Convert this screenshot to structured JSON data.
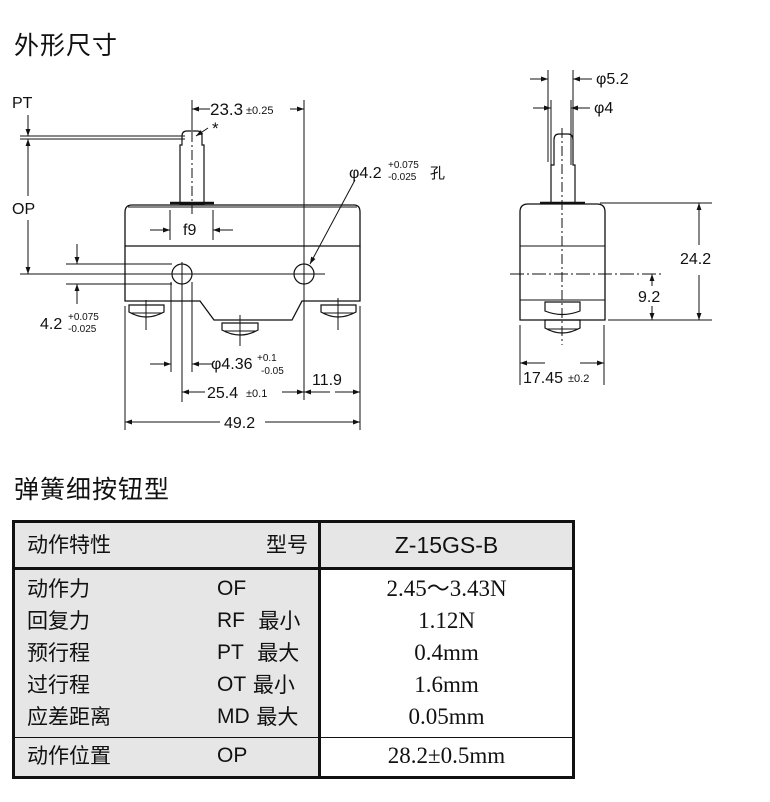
{
  "sections": {
    "dimensions_title": "外形尺寸",
    "type_title": "弹簧细按钮型"
  },
  "drawing": {
    "front_view": {
      "pt_label": "PT",
      "op_label": "OP",
      "dim_23_3": "23.3",
      "dim_23_3_tol": "±0.25",
      "asterisk": "*",
      "hole_dia": "φ4.2",
      "hole_tol_upper": "+0.075",
      "hole_tol_lower": "-0.025",
      "hole_suffix": "孔",
      "f9": "f9",
      "dim_4_2": "4.2",
      "dim_4_2_tol_upper": "+0.075",
      "dim_4_2_tol_lower": "-0.025",
      "dim_4_36": "φ4.36",
      "dim_4_36_tol_upper": "+0.1",
      "dim_4_36_tol_lower": "-0.05",
      "dim_25_4": "25.4",
      "dim_25_4_tol": "±0.1",
      "dim_11_9": "11.9",
      "dim_49_2": "49.2"
    },
    "side_view": {
      "dim_5_2": "φ5.2",
      "dim_4": "φ4",
      "dim_24_2": "24.2",
      "dim_9_2": "9.2",
      "dim_17_45": "17.45",
      "dim_17_45_tol": "±0.2"
    }
  },
  "table": {
    "header": {
      "characteristics_label": "动作特性",
      "model_label": "型号",
      "model_value": "Z-15GS-B"
    },
    "rows": [
      {
        "name": "动作力",
        "abbr": "OF",
        "limit": "",
        "value": "2.45～3.43N"
      },
      {
        "name": "回复力",
        "abbr": "RF",
        "limit": "最小",
        "value": "1.12N"
      },
      {
        "name": "预行程",
        "abbr": "PT",
        "limit": "最大",
        "value": "0.4mm"
      },
      {
        "name": "过行程",
        "abbr": "OT",
        "limit": "最小",
        "value": "1.6mm"
      },
      {
        "name": "应差距离",
        "abbr": "MD",
        "limit": "最大",
        "value": "0.05mm"
      }
    ],
    "op_row": {
      "name": "动作位置",
      "abbr": "OP",
      "limit": "",
      "value": "28.2±0.5mm"
    }
  }
}
